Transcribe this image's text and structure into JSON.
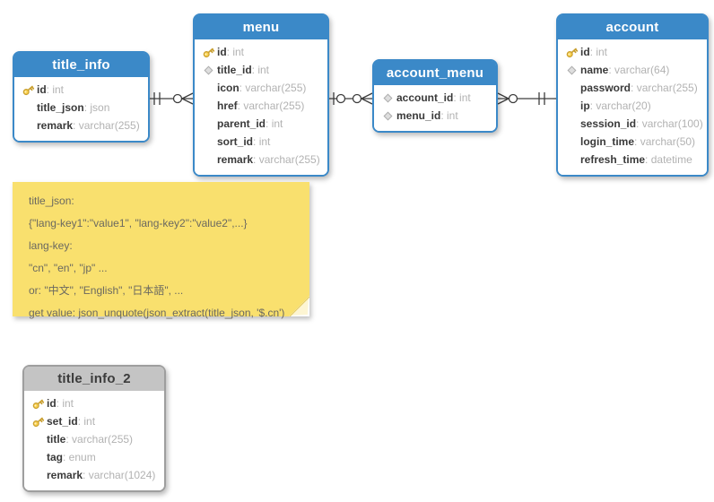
{
  "diagram": {
    "kind": "entity-relationship-diagram",
    "background": "#ffffff"
  },
  "colors": {
    "table_header_blue": "#3b89c8",
    "table_header_gray": "#c4c4c4",
    "table_body": "#ffffff",
    "field_name_text": "#3a3a3a",
    "field_type_text": "#b2b2b2",
    "note_background": "#f9e06e",
    "note_text": "#6b6960",
    "connector_stroke": "#3d3d3d",
    "key_icon_gold": "#f9d04f",
    "diamond_icon_gray": "#dedede"
  },
  "tables": [
    {
      "title": "title_info",
      "theme": "blue",
      "fields": [
        {
          "icon": "key",
          "name": "id",
          "type": "int"
        },
        {
          "icon": "none",
          "name": "title_json",
          "type": "json"
        },
        {
          "icon": "none",
          "name": "remark",
          "type": "varchar(255)"
        }
      ]
    },
    {
      "title": "menu",
      "theme": "blue",
      "fields": [
        {
          "icon": "key",
          "name": "id",
          "type": "int"
        },
        {
          "icon": "diamond",
          "name": "title_id",
          "type": "int"
        },
        {
          "icon": "none",
          "name": "icon",
          "type": "varchar(255)"
        },
        {
          "icon": "none",
          "name": "href",
          "type": "varchar(255)"
        },
        {
          "icon": "none",
          "name": "parent_id",
          "type": "int"
        },
        {
          "icon": "none",
          "name": "sort_id",
          "type": "int"
        },
        {
          "icon": "none",
          "name": "remark",
          "type": "varchar(255)"
        }
      ]
    },
    {
      "title": "account_menu",
      "theme": "blue",
      "fields": [
        {
          "icon": "diamond",
          "name": "account_id",
          "type": "int"
        },
        {
          "icon": "diamond",
          "name": "menu_id",
          "type": "int"
        }
      ]
    },
    {
      "title": "account",
      "theme": "blue",
      "fields": [
        {
          "icon": "key",
          "name": "id",
          "type": "int"
        },
        {
          "icon": "diamond",
          "name": "name",
          "type": "varchar(64)"
        },
        {
          "icon": "none",
          "name": "password",
          "type": "varchar(255)"
        },
        {
          "icon": "none",
          "name": "ip",
          "type": "varchar(20)"
        },
        {
          "icon": "none",
          "name": "session_id",
          "type": "varchar(100)"
        },
        {
          "icon": "none",
          "name": "login_time",
          "type": "varchar(50)"
        },
        {
          "icon": "none",
          "name": "refresh_time",
          "type": "datetime"
        }
      ]
    },
    {
      "title": "title_info_2",
      "theme": "gray",
      "fields": [
        {
          "icon": "key",
          "name": "id",
          "type": "int"
        },
        {
          "icon": "key",
          "name": "set_id",
          "type": "int"
        },
        {
          "icon": "none",
          "name": "title",
          "type": "varchar(255)"
        },
        {
          "icon": "none",
          "name": "tag",
          "type": "enum"
        },
        {
          "icon": "none",
          "name": "remark",
          "type": "varchar(1024)"
        }
      ]
    }
  ],
  "note": {
    "lines": [
      "title_json:",
      "{\"lang-key1\":\"value1\", \"lang-key2\":\"value2\",...}",
      "lang-key:",
      "\"cn\", \"en\", \"jp\" ...",
      "or: \"中文\", \"English\", \"日本語\", ...",
      "get value: json_unquote(json_extract(title_json, '$.cn')"
    ]
  },
  "connectors": [
    {
      "from": "title_info",
      "to": "menu",
      "from_cardinality": "one-and-only-one",
      "to_cardinality": "zero-or-many"
    },
    {
      "from": "menu",
      "to": "account_menu",
      "from_cardinality": "one-or-zero",
      "to_cardinality": "zero-or-many"
    },
    {
      "from": "account_menu",
      "to": "account",
      "from_cardinality": "zero-or-many",
      "to_cardinality": "one-and-only-one"
    }
  ]
}
